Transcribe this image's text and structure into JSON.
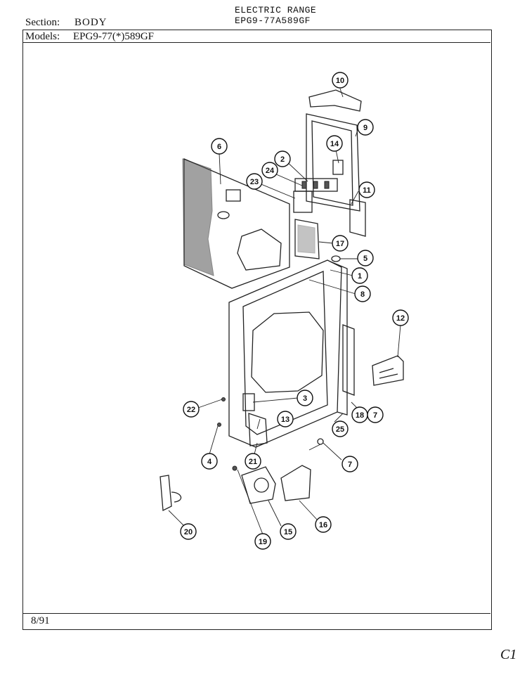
{
  "header": {
    "section_label": "Section:",
    "section_value": "BODY",
    "title_line1": "ELECTRIC RANGE",
    "title_line2": "EPG9-77A589GF",
    "models_label": "Models:",
    "models_value": "EPG9-77(*)589GF"
  },
  "footer": {
    "date": "8/91",
    "corner_mark": "C1"
  },
  "callouts": {
    "c1": "1",
    "c2": "2",
    "c3": "3",
    "c4": "4",
    "c5": "5",
    "c6": "6",
    "c7a": "7",
    "c7b": "7",
    "c8": "8",
    "c9": "9",
    "c10": "10",
    "c11": "11",
    "c12": "12",
    "c13": "13",
    "c14": "14",
    "c15": "15",
    "c16": "16",
    "c17": "17",
    "c18": "18",
    "c19": "19",
    "c20": "20",
    "c21": "21",
    "c22": "22",
    "c23": "23",
    "c24": "24",
    "c25": "25"
  }
}
